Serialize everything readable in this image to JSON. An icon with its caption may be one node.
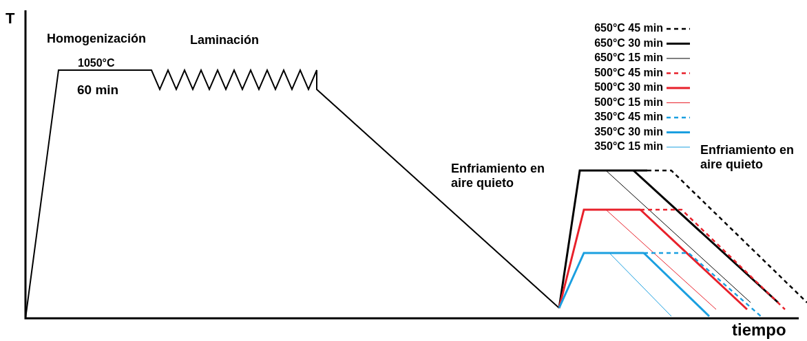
{
  "diagram": {
    "labels": [
      "T",
      "Homogenización",
      "Laminación",
      "1050°C",
      "60 min",
      "Enfriamiento en aire quieto",
      "Enfriamiento en aire quieto",
      "tiempo"
    ],
    "legend": [
      {
        "text": "650°C 45 min"
      },
      {
        "text": "650°C 30 min"
      },
      {
        "text": "650°C 15 min"
      },
      {
        "text": "500°C 45 min"
      },
      {
        "text": "500°C 30 min"
      },
      {
        "text": "500°C 15 min"
      },
      {
        "text": "350°C 45 min"
      },
      {
        "text": "350°C 30 min"
      },
      {
        "text": "350°C 15 min"
      }
    ]
  }
}
